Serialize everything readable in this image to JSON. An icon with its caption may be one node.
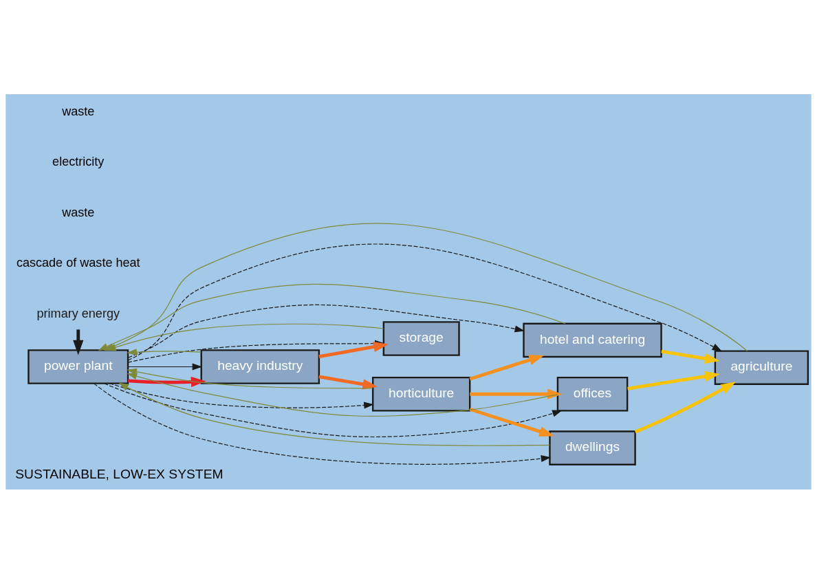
{
  "diagram": {
    "caption": "SUSTAINABLE, LOW-EX SYSTEM",
    "nodes": [
      {
        "text": [
          "power plant"
        ]
      },
      {
        "text": [
          "heavy industry"
        ]
      },
      {
        "text": [
          "storage"
        ]
      },
      {
        "text": [
          "horticulture"
        ]
      },
      {
        "text": [
          "hotel and catering"
        ]
      },
      {
        "text": [
          "offices"
        ]
      },
      {
        "text": [
          "dwellings"
        ]
      },
      {
        "text": [
          "agriculture"
        ]
      },
      {
        "text": [
          "primary energy"
        ]
      }
    ],
    "edges": [
      {
        "from": 8,
        "to": 0,
        "arrow": "to",
        "style": "thick"
      },
      {
        "from": 0,
        "to": 1,
        "arrow": "to",
        "style": "thick",
        "color": "#e8202a"
      },
      {
        "from": 1,
        "to": 2,
        "arrow": "to",
        "style": "thick",
        "color": "#f06a24"
      },
      {
        "from": 1,
        "to": 3,
        "arrow": "to",
        "style": "thick",
        "color": "#f06a24"
      },
      {
        "from": 3,
        "to": 4,
        "arrow": "to",
        "style": "thick",
        "color": "#f5901e"
      },
      {
        "from": 3,
        "to": 5,
        "arrow": "to",
        "style": "thick",
        "color": "#f5901e"
      },
      {
        "from": 3,
        "to": 6,
        "arrow": "to",
        "style": "thick",
        "color": "#f5901e"
      },
      {
        "from": 4,
        "to": 7,
        "arrow": "to",
        "style": "thick",
        "color": "#f8c400"
      },
      {
        "from": 5,
        "to": 7,
        "arrow": "to",
        "style": "thick",
        "color": "#f8c400"
      },
      {
        "from": 6,
        "to": 7,
        "arrow": "to",
        "style": "thick",
        "color": "#f8c400"
      },
      {
        "from": 0,
        "to": 1,
        "arrow": "to"
      },
      {
        "from": 0,
        "to": 2,
        "arrow": "to",
        "style": "dashed"
      },
      {
        "from": 0,
        "to": 3,
        "arrow": "to",
        "style": "dashed"
      },
      {
        "from": 0,
        "to": 4,
        "arrow": "to",
        "style": "dashed"
      },
      {
        "from": 0,
        "to": 5,
        "arrow": "to",
        "style": "dashed"
      },
      {
        "from": 0,
        "to": 6,
        "arrow": "to",
        "style": "dashed"
      },
      {
        "from": 0,
        "to": 7,
        "arrow": "to",
        "style": "dashed"
      },
      {
        "from": 1,
        "to": 0,
        "arrow": "to",
        "color": "#7f8a3a"
      },
      {
        "from": 2,
        "to": 0,
        "arrow": "to",
        "color": "#7f8a3a"
      },
      {
        "from": 3,
        "to": 0,
        "arrow": "to",
        "color": "#7f8a3a"
      },
      {
        "from": 4,
        "to": 0,
        "arrow": "to",
        "color": "#7f8a3a"
      },
      {
        "from": 5,
        "to": 0,
        "arrow": "to",
        "color": "#7f8a3a"
      },
      {
        "from": 6,
        "to": 0,
        "arrow": "to",
        "color": "#7f8a3a"
      },
      {
        "from": 7,
        "to": 0,
        "arrow": "to",
        "color": "#7f8a3a"
      }
    ],
    "labels": [
      "cascade of waste heat",
      "waste",
      "electricity",
      "waste"
    ]
  }
}
